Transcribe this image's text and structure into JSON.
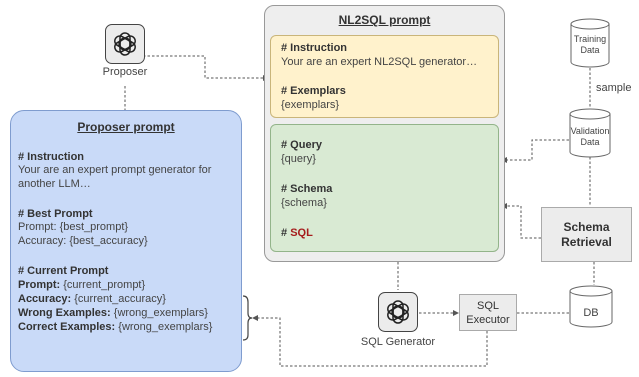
{
  "proposer": {
    "label": "Proposer",
    "icon": "openai-logo-icon"
  },
  "sql_generator": {
    "label": "SQL Generator",
    "icon": "openai-logo-icon"
  },
  "nl2sql_prompt": {
    "title": "NL2SQL prompt",
    "instruction_heading": "# Instruction",
    "instruction_text": "Your are an expert NL2SQL generator…",
    "exemplars_heading": "# Exemplars",
    "exemplars_text": "{exemplars}",
    "query_heading": "# Query",
    "query_text": "{query}",
    "schema_heading": "# Schema",
    "schema_text": "{schema}",
    "sql_heading_prefix": "# ",
    "sql_heading_word": "SQL"
  },
  "proposer_prompt": {
    "title": "Proposer prompt",
    "instruction_heading": "# Instruction",
    "instruction_line1": "Your are an expert prompt generator for",
    "instruction_line2": "another LLM…",
    "best_heading": "# Best Prompt",
    "best_prompt_line": "Prompt: {best_prompt}",
    "best_accuracy_line": "Accuracy: {best_accuracy}",
    "current_heading": "# Current Prompt",
    "current_prompt_label": "Prompt:",
    "current_prompt_value": " {current_prompt}",
    "current_accuracy_label": "Accuracy:",
    "current_accuracy_value": " {current_accuracy}",
    "wrong_label": "Wrong Examples:",
    "wrong_value": " {wrong_exemplars}",
    "correct_label": "Correct Examples:",
    "correct_value": " {wrong_exemplars}"
  },
  "training_data": {
    "line1": "Training",
    "line2": "Data"
  },
  "validation_data": {
    "line1": "Validation",
    "line2": "Data"
  },
  "sample_label": "sample",
  "schema_retrieval": {
    "line1": "Schema",
    "line2": "Retrieval"
  },
  "sql_executor": {
    "line1": "SQL",
    "line2": "Executor"
  },
  "db": {
    "label": "DB"
  },
  "colors": {
    "proposer_panel": "#c9daf8",
    "nl2sql_panel": "#eeeeee",
    "instruction_section": "#fff2cc",
    "query_section": "#d9ead3",
    "sql_red": "#a61c1c"
  }
}
